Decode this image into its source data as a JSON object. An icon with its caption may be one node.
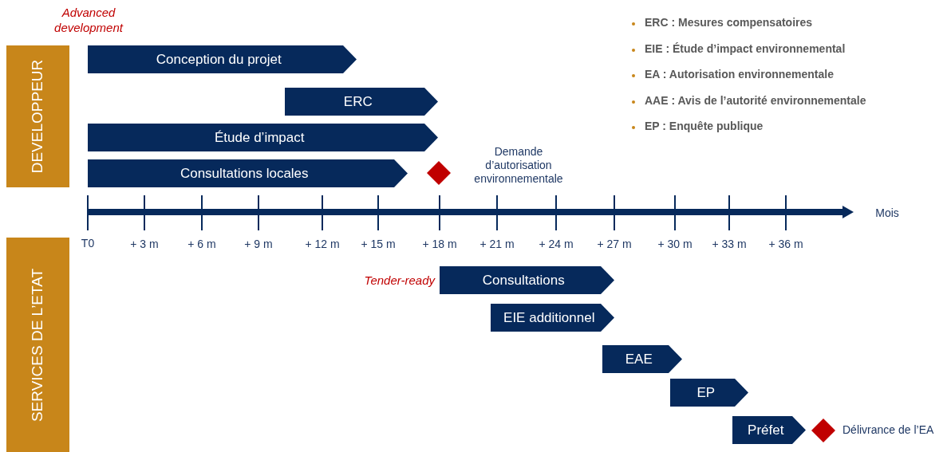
{
  "diagram": {
    "nodes": [
      {
        "text": [
          "DEVELOPPEUR"
        ]
      },
      {
        "text": [
          "Conception du projet"
        ]
      },
      {
        "text": [
          "ERC"
        ]
      },
      {
        "text": [
          "Étude d’impact"
        ]
      },
      {
        "text": [
          "Consultations locales"
        ]
      },
      {
        "text": [],
        "shape": "diamond",
        "beside": [
          "Demande d’autorisation environnementale"
        ]
      },
      {
        "text": [
          "SERVICES DE L’ETAT"
        ]
      },
      {
        "text": [
          "Consultations"
        ]
      },
      {
        "text": [
          "EIE additionnel"
        ]
      },
      {
        "text": [
          "EAE"
        ]
      },
      {
        "text": [
          "EP"
        ]
      },
      {
        "text": [
          "Préfet"
        ]
      },
      {
        "text": [],
        "shape": "diamond",
        "beside": [
          "Délivrance de l’EA"
        ]
      }
    ],
    "edges": [],
    "labels": [
      "Advanced development",
      "ERC : Mesures compensatoires",
      "EIE : Étude d’impact environnemental",
      "EA : Autorisation environnementale",
      "AAE : Avis de l’autorité environnementale",
      "EP : Enquête publique",
      "Mois",
      "T0",
      "+ 3 m",
      "+ 6 m",
      "+ 9 m",
      "+ 12 m",
      "+ 15 m",
      "+ 18 m",
      "+ 21 m",
      "+ 24 m",
      "+ 27 m",
      "+ 30 m",
      "+ 33 m",
      "+ 36 m",
      "Tender-ready"
    ]
  }
}
